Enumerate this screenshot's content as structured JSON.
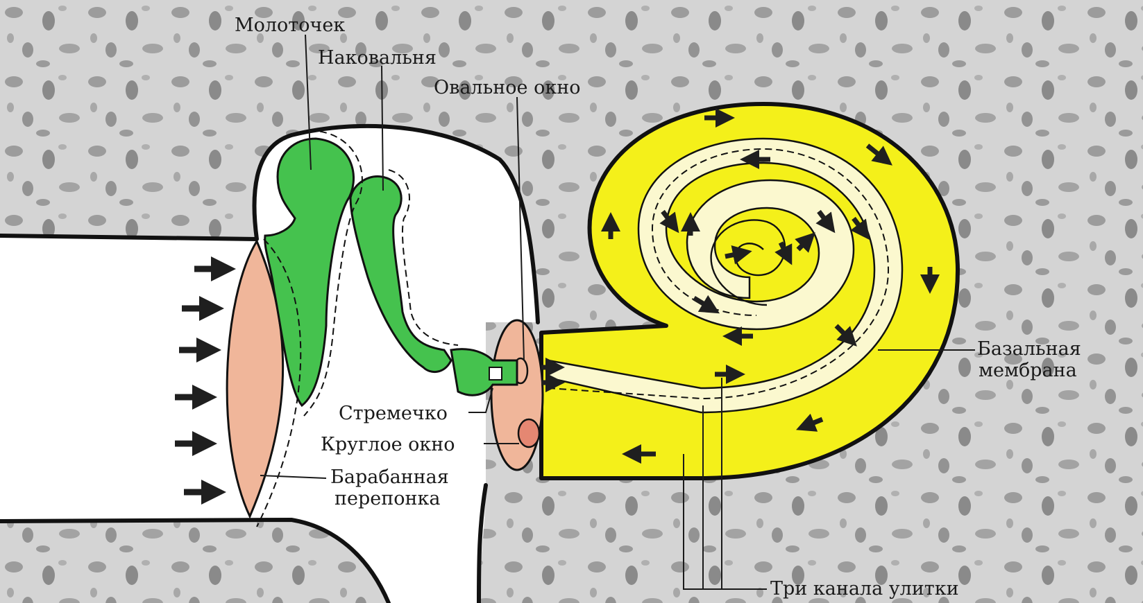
{
  "labels": {
    "malleus": "Молоточек",
    "incus": "Наковальня",
    "oval_window": "Овальное окно",
    "stapes": "Стремечко",
    "round_window": "Круглое окно",
    "eardrum_line1": "Барабанная",
    "eardrum_line2": "перепонка",
    "basilar_line1": "Базальная",
    "basilar_line2": "мембрана",
    "three_canals": "Три канала улитки"
  },
  "colors": {
    "bone": "#d2d2d2",
    "bone_spot": "#8f8f8f",
    "ossicles": "#45c24e",
    "eardrum": "#f0b69a",
    "cochlea_outer": "#f4f01a",
    "cochlea_inner": "#fbf8cf",
    "arrows": "#1f1f1f"
  }
}
